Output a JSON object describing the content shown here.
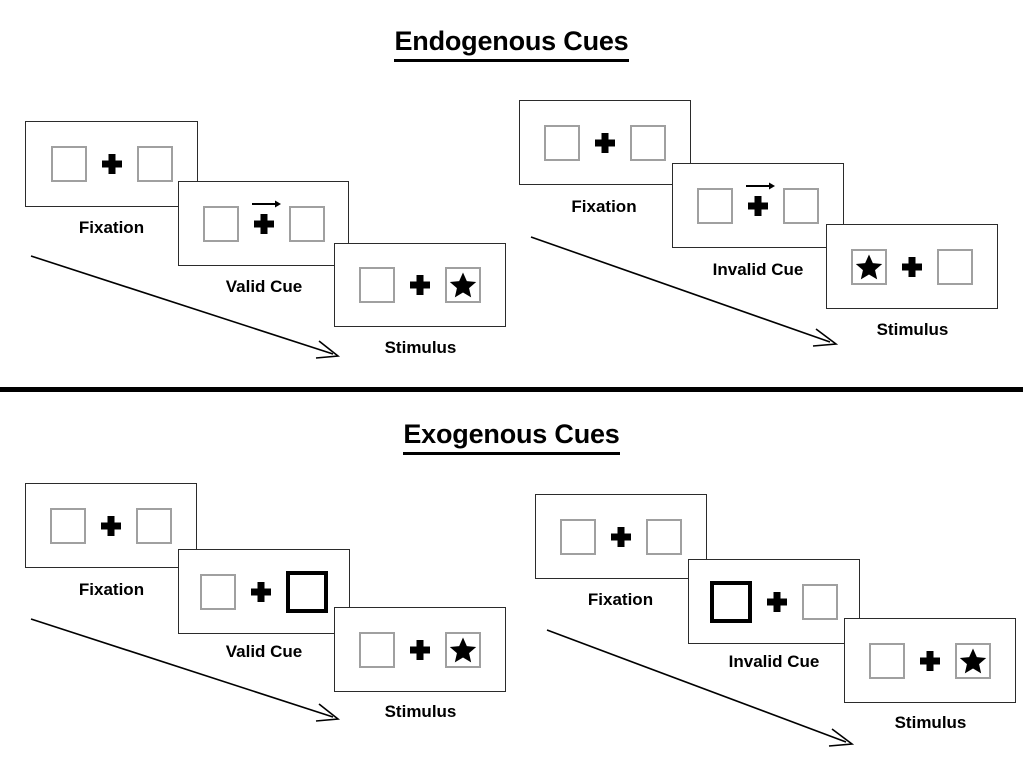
{
  "page": {
    "background": "#ffffff",
    "ink": "#000000",
    "box_border_color": "#a0a0a0",
    "frame_border_color": "#2b2b2b",
    "highlight_color": "#000000"
  },
  "sections": [
    {
      "id": "endogenous",
      "title": "Endogenous Cues",
      "panels": [
        {
          "id": "endogenous-valid",
          "steps": [
            {
              "label": "Fixation",
              "left_box": "empty",
              "right_box": "empty",
              "cue": "none",
              "icon": "fixation-cross"
            },
            {
              "label": "Valid Cue",
              "left_box": "empty",
              "right_box": "empty",
              "cue": "arrow-right",
              "icon": "fixation-cross"
            },
            {
              "label": "Stimulus",
              "left_box": "empty",
              "right_box": "star",
              "cue": "none",
              "icon": "fixation-cross"
            }
          ]
        },
        {
          "id": "endogenous-invalid",
          "steps": [
            {
              "label": "Fixation",
              "left_box": "empty",
              "right_box": "empty",
              "cue": "none",
              "icon": "fixation-cross"
            },
            {
              "label": "Invalid Cue",
              "left_box": "empty",
              "right_box": "empty",
              "cue": "arrow-right",
              "icon": "fixation-cross"
            },
            {
              "label": "Stimulus",
              "left_box": "star",
              "right_box": "empty",
              "cue": "none",
              "icon": "fixation-cross"
            }
          ]
        }
      ]
    },
    {
      "id": "exogenous",
      "title": "Exogenous Cues",
      "panels": [
        {
          "id": "exogenous-valid",
          "steps": [
            {
              "label": "Fixation",
              "left_box": "empty",
              "right_box": "empty",
              "cue": "none",
              "icon": "fixation-cross"
            },
            {
              "label": "Valid Cue",
              "left_box": "empty",
              "right_box": "highlight",
              "cue": "none",
              "icon": "fixation-cross"
            },
            {
              "label": "Stimulus",
              "left_box": "empty",
              "right_box": "star",
              "cue": "none",
              "icon": "fixation-cross"
            }
          ]
        },
        {
          "id": "exogenous-invalid",
          "steps": [
            {
              "label": "Fixation",
              "left_box": "empty",
              "right_box": "empty",
              "cue": "none",
              "icon": "fixation-cross"
            },
            {
              "label": "Invalid Cue",
              "left_box": "highlight",
              "right_box": "empty",
              "cue": "none",
              "icon": "fixation-cross"
            },
            {
              "label": "Stimulus",
              "left_box": "empty",
              "right_box": "star",
              "cue": "none",
              "icon": "fixation-cross"
            }
          ]
        }
      ]
    }
  ]
}
